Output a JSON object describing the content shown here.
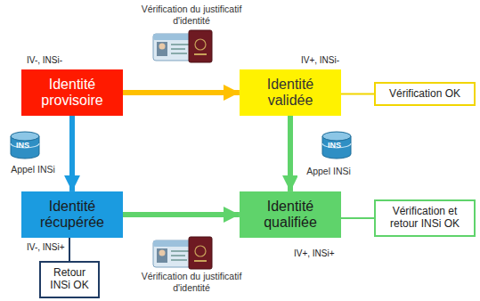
{
  "diagram": {
    "nodes": [
      {
        "text": [
          "Identité provisoire"
        ]
      },
      {
        "text": [
          "Identité validée"
        ]
      },
      {
        "text": [
          "Vérification OK"
        ]
      },
      {
        "text": [
          "Identité récupérée"
        ]
      },
      {
        "text": [
          "Identité qualifiée"
        ]
      },
      {
        "text": [
          "Vérification et retour INSi OK"
        ]
      },
      {
        "text": [
          "Retour INSi OK"
        ]
      }
    ],
    "edges": [
      {
        "from": 0,
        "to": 1,
        "label": "Vérification du justificatif d'identité",
        "arrow": "to"
      },
      {
        "from": 1,
        "to": 2,
        "arrow": "none"
      },
      {
        "from": 0,
        "to": 3,
        "label": "Appel INSi",
        "arrow": "to"
      },
      {
        "from": 1,
        "to": 4,
        "label": "Appel INSi",
        "arrow": "to"
      },
      {
        "from": 3,
        "to": 4,
        "label": "Vérification du justificatif d'identité",
        "arrow": "to"
      },
      {
        "from": 4,
        "to": 5,
        "arrow": "none"
      },
      {
        "from": 3,
        "to": 6,
        "arrow": "none"
      }
    ],
    "labels": [
      "IV-, INSi-",
      "IV+, INSi-",
      "INS",
      "INS",
      "IV-, INSi+",
      "IV+, INSi+"
    ]
  }
}
